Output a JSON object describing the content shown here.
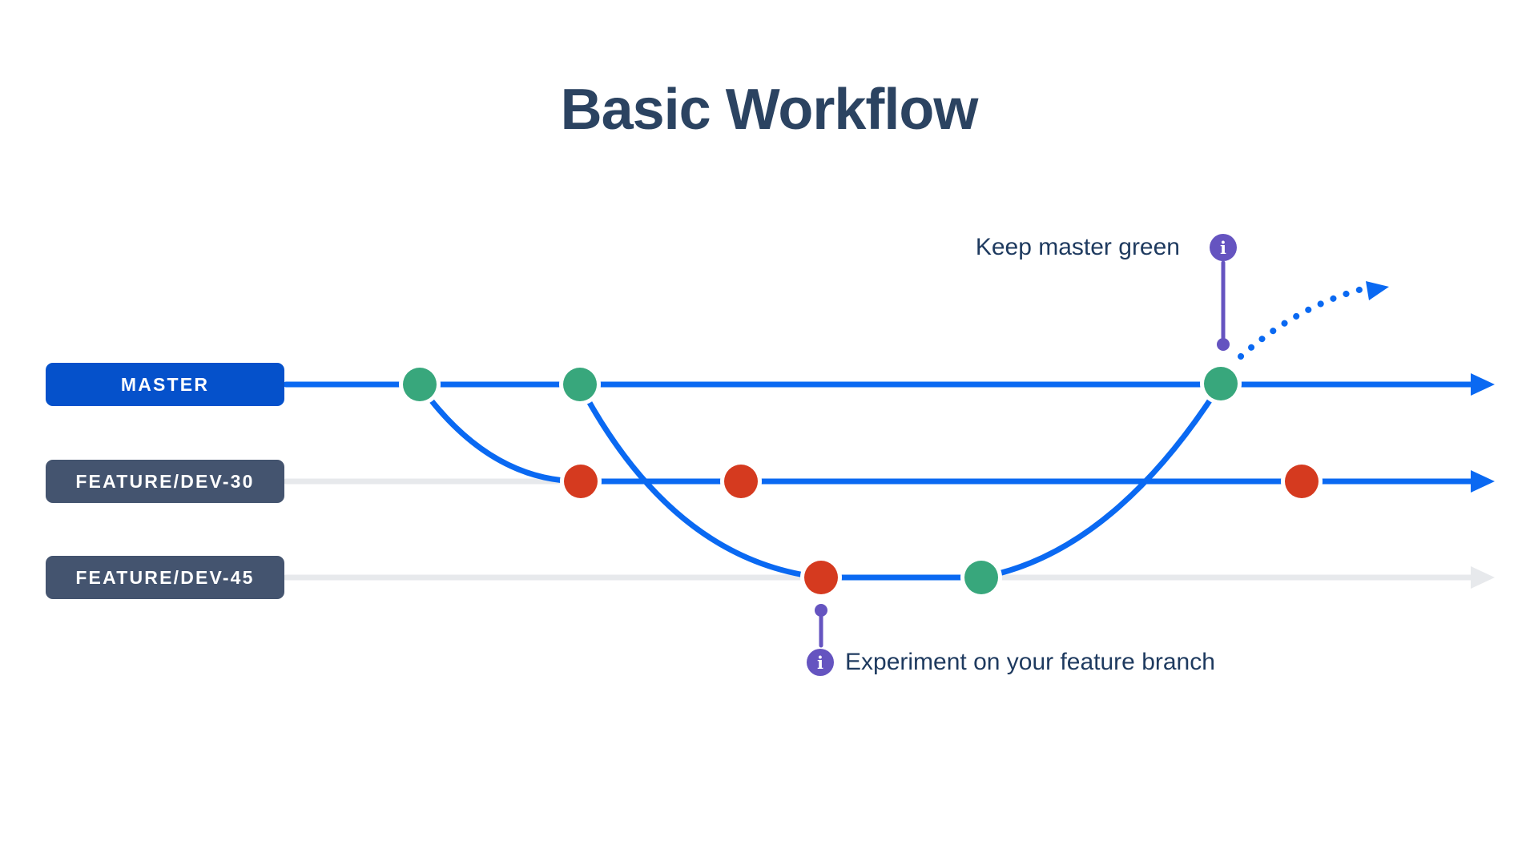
{
  "title": "Basic Workflow",
  "colors": {
    "background": "#FFFFFF",
    "title_text": "#2B4361",
    "annotation_text": "#1E3A5F",
    "master_badge": "#0551CB",
    "branch_badge": "#44546F",
    "badge_text": "#FFFFFF",
    "line_blue": "#0A69F2",
    "lane_gray": "#E7E9EC",
    "commit_green": "#38A77C",
    "commit_red": "#D53A1F",
    "info_purple": "#6554C0",
    "halo_white": "#FFFFFF"
  },
  "branches": [
    {
      "label": "MASTER"
    },
    {
      "label": "FEATURE/DEV-30"
    },
    {
      "label": "FEATURE/DEV-45"
    }
  ],
  "annotations": {
    "keep_master_green": {
      "text": "Keep master green",
      "icon_glyph": "i"
    },
    "experiment": {
      "text": "Experiment on your feature branch",
      "icon_glyph": "i"
    }
  },
  "commits": {
    "master": [
      "green",
      "green",
      "green"
    ],
    "feature_dev_30": [
      "red",
      "red",
      "red"
    ],
    "feature_dev_45": [
      "red",
      "green"
    ]
  }
}
